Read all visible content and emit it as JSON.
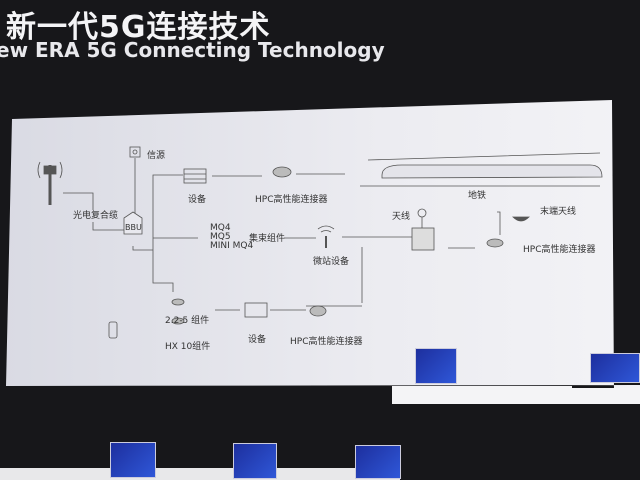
{
  "header": {
    "title": "新一代5G连接技术",
    "subtitle": "ew ERA 5G Connecting Technology"
  },
  "diagram": {
    "source": "信源",
    "optical_cable": "光电复合缆",
    "bbu": "BBU",
    "device_top": "设备",
    "hpc_top": "HPC高性能连接器",
    "metro": "地铁",
    "mq_items": [
      "MQ4",
      "MQ5",
      "MINI MQ4"
    ],
    "cluster": "集束组件",
    "micro_station": "微站设备",
    "antenna": "天线",
    "end_antenna": "末端天线",
    "hpc_right": "HPC高性能连接器",
    "assembly_225": "2.2-5 组件",
    "assembly_hx10": "HX 10组件",
    "device_bottom": "设备",
    "hpc_bottom": "HPC高性能连接器"
  },
  "colors": {
    "background": "#17171a",
    "panel": "#ececf1",
    "card": "#2f57d8"
  }
}
